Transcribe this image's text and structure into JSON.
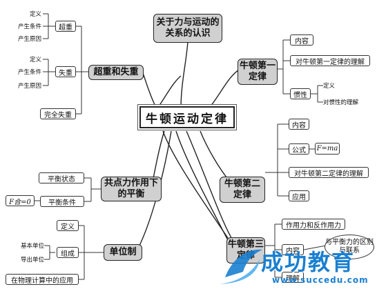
{
  "center": "牛顿运动定律",
  "top": "关于力与运动的关系的认识",
  "first_law": {
    "title": "牛顿第一定律",
    "items": [
      "内容",
      "对牛顿第一定律的理解",
      "惯性"
    ],
    "inertia": [
      "定义",
      "对惯性的理解"
    ]
  },
  "second_law": {
    "title": "牛顿第二定律",
    "items": [
      "内容",
      "公式",
      "对牛顿第二定律的理解",
      "应用"
    ],
    "formula": "F=ma"
  },
  "third_law": {
    "title": "牛顿第三定律",
    "items": [
      "作用力和反作用力",
      "内容",
      "理解"
    ],
    "compare": "与平衡力的区别与联系"
  },
  "overweight": {
    "title": "超重和失重",
    "groups": [
      "超重",
      "失重",
      "完全失重"
    ],
    "subitems": [
      "定义",
      "产生条件",
      "产生原因"
    ]
  },
  "equilibrium": {
    "title": "共点力作用下的平衡",
    "items": [
      "平衡状态",
      "平衡条件"
    ],
    "condition": "F合=0"
  },
  "units": {
    "title": "单位制",
    "items": [
      "定义",
      "组成",
      "在物理计算中的应用"
    ],
    "composition": [
      "基本单位",
      "导出单位"
    ]
  },
  "watermark": {
    "text": "成功教育",
    "url": "www.succedu.com"
  },
  "colors": {
    "line": "#222222",
    "gray_node": "#d0d0d0",
    "brand": "#1a7fd0"
  }
}
